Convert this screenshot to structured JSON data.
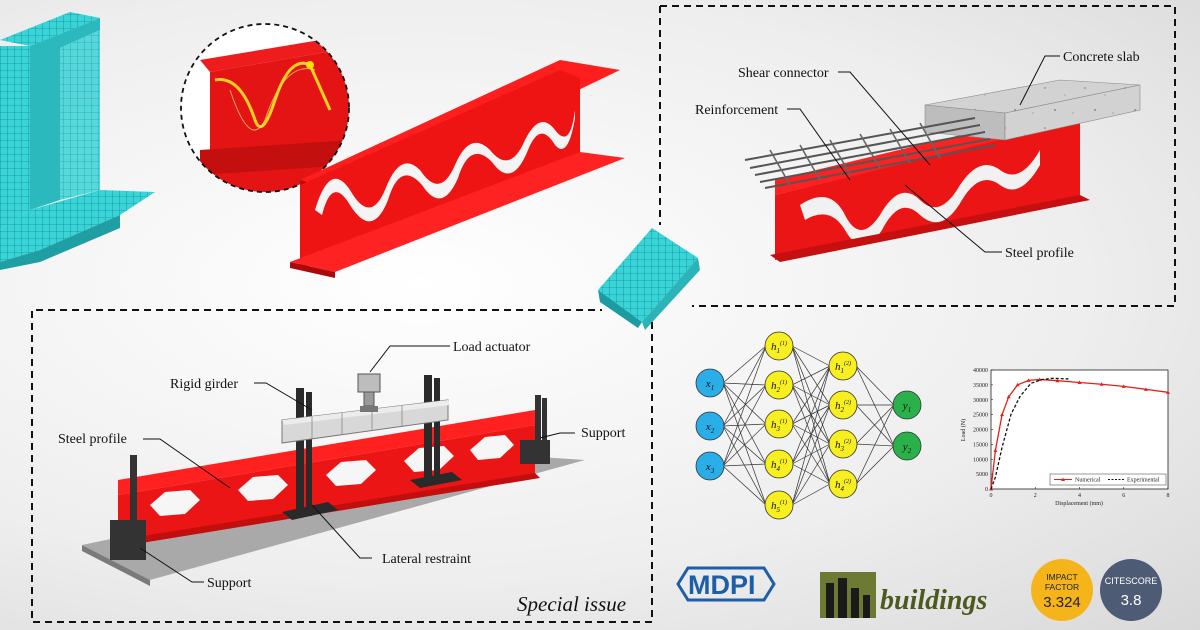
{
  "labels": {
    "concrete_slab": "Concrete slab",
    "shear_connector": "Shear connector",
    "reinforcement": "Reinforcement",
    "steel_profile_top": "Steel profile",
    "load_actuator": "Load actuator",
    "rigid_girder": "Rigid girder",
    "steel_profile_bottom": "Steel profile",
    "support_right": "Support",
    "support_left": "Support",
    "lateral_restraint": "Lateral restraint",
    "special_issue": "Special issue"
  },
  "neural_net": {
    "inputs": [
      "x1",
      "x2",
      "x3"
    ],
    "hidden1": [
      "h1(1)",
      "h2(1)",
      "h3(1)",
      "h4(1)",
      "h5(1)"
    ],
    "hidden2": [
      "h1(2)",
      "h2(2)",
      "h3(2)",
      "h4(2)"
    ],
    "outputs": [
      "y1",
      "y2"
    ],
    "colors": {
      "input": "#29aee8",
      "hidden": "#f7ef1f",
      "output": "#2bb14a"
    }
  },
  "chart_data": {
    "type": "line",
    "xlabel": "Displacement (mm)",
    "ylabel": "Load (N)",
    "xlim": [
      0,
      8
    ],
    "ylim": [
      0,
      40000
    ],
    "xticks": [
      "0",
      "2",
      "4",
      "6",
      "8"
    ],
    "yticks": [
      "0",
      "5000",
      "10000",
      "15000",
      "20000",
      "25000",
      "30000",
      "35000",
      "40000"
    ],
    "legend_position": "bottom-right",
    "series": [
      {
        "name": "Numerical",
        "color": "#e0221a",
        "style": "solid-markers",
        "x": [
          0,
          0.2,
          0.5,
          0.8,
          1.2,
          1.7,
          2.2,
          3.0,
          4.0,
          5.0,
          6.0,
          7.0,
          8.0
        ],
        "y": [
          0,
          13000,
          25000,
          31000,
          35000,
          36500,
          36800,
          36400,
          35800,
          35200,
          34500,
          33500,
          32500
        ]
      },
      {
        "name": "Experimental",
        "color": "#111111",
        "style": "dashed",
        "x": [
          0,
          0.2,
          0.5,
          0.9,
          1.3,
          1.8,
          2.3,
          2.8,
          3.5
        ],
        "y": [
          0,
          4000,
          14000,
          25000,
          31000,
          35500,
          36800,
          37200,
          37000
        ]
      }
    ]
  },
  "logos": {
    "publisher": "MDPI",
    "journal": "buildings",
    "impact_factor_label_1": "IMPACT",
    "impact_factor_label_2": "FACTOR",
    "impact_factor_value": "3.324",
    "citescore_label": "CITESCORE",
    "citescore_value": "3.8"
  }
}
